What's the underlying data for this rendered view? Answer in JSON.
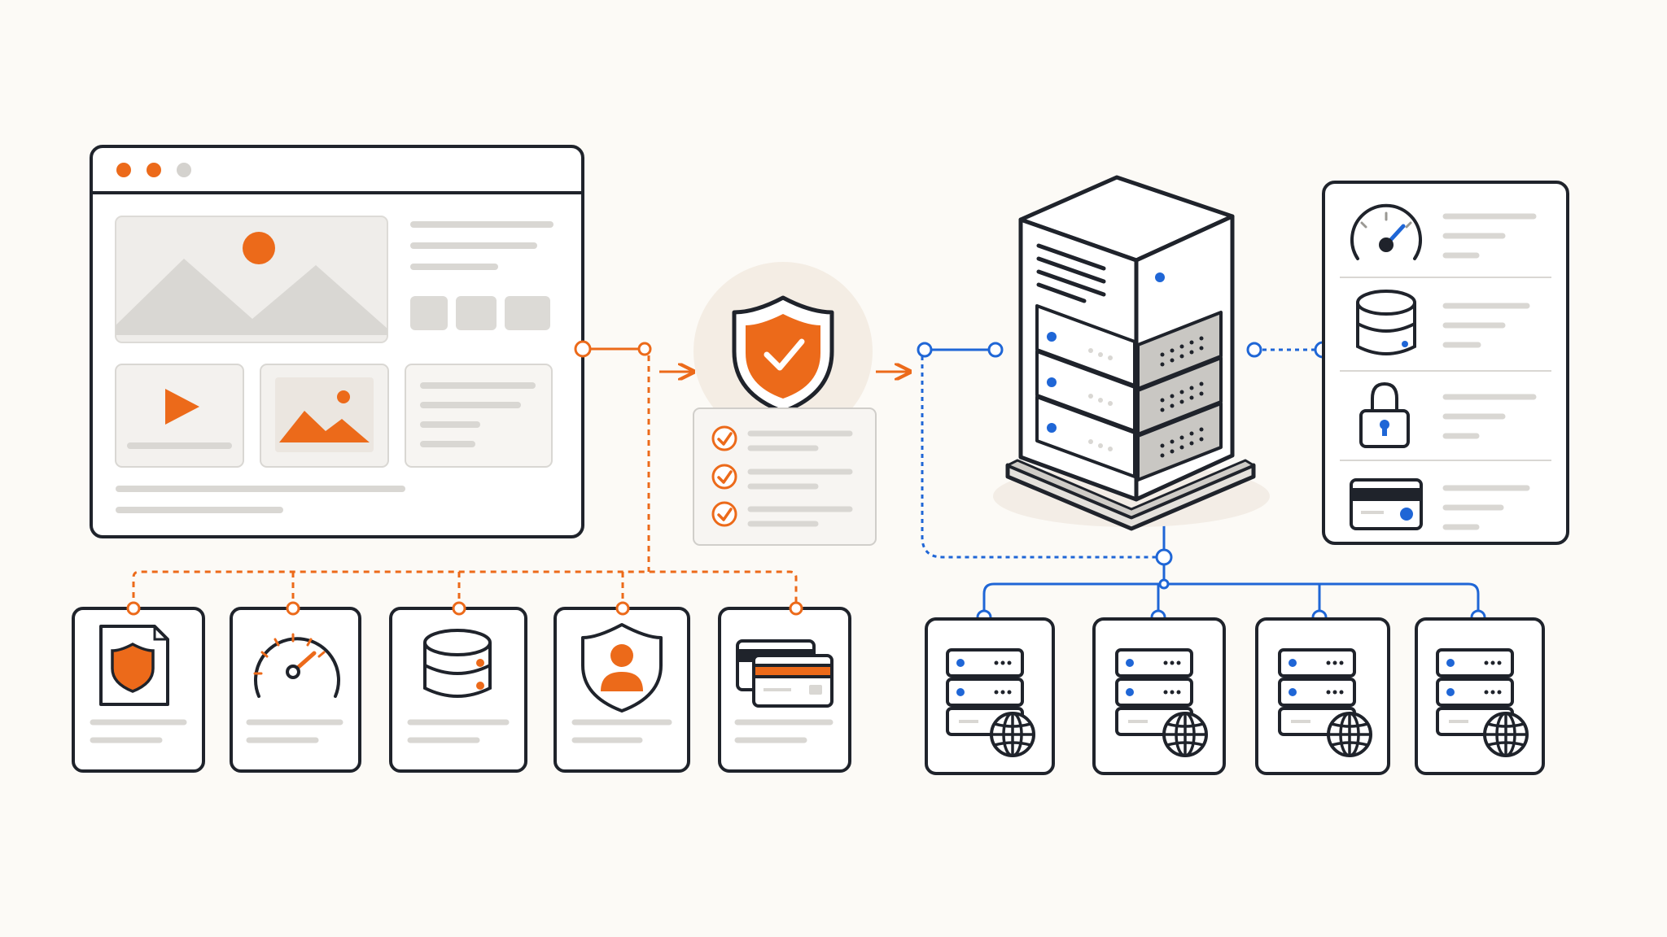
{
  "colors": {
    "background": "#fcfaf6",
    "ink": "#1f232b",
    "accent_orange": "#ec6a1a",
    "accent_blue": "#1f66d6",
    "placeholder_gray": "#d9d7d3",
    "card_fill": "#ffffff"
  },
  "diagram": {
    "browser_window": {
      "traffic_lights": [
        "orange",
        "orange",
        "gray"
      ],
      "icons": [
        "image-placeholder-icon",
        "play-icon",
        "image-icon"
      ]
    },
    "security_gateway": {
      "icon": "shield-check-icon",
      "checklist_items": 3
    },
    "server": {
      "icon": "server-tower-icon"
    },
    "side_panel": {
      "icons": [
        "speedometer-icon",
        "database-icon",
        "padlock-icon",
        "credit-card-icon"
      ]
    },
    "bottom_left_cards": [
      "document-shield-icon",
      "speedometer-icon",
      "database-icon",
      "user-shield-icon",
      "credit-cards-icon"
    ],
    "bottom_right_cards": [
      "server-globe-icon",
      "server-globe-icon",
      "server-globe-icon",
      "server-globe-icon"
    ]
  }
}
